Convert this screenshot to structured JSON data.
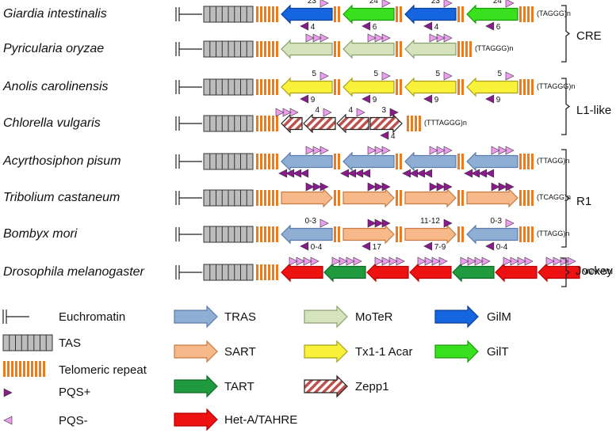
{
  "colors": {
    "TRAS": "#8eaed4",
    "SART": "#f7b98a",
    "TART": "#1f9a3e",
    "HetA": "#ee1111",
    "MoTeR": "#d6e4bd",
    "Tx1": "#f9f13a",
    "GilM": "#1565e0",
    "GilT": "#38e01e",
    "repeat": "#e87c1e",
    "tas": "#bdbdbd",
    "pqsPlus": "#8a1a8e",
    "pqsMinus": "#ee9cf0"
  },
  "rows": [
    {
      "id": "giardia",
      "species": "Giardia intestinalis",
      "suffix": "(TAGGG)n",
      "els": [
        {
          "dir": "L",
          "c": "GilM",
          "top": "23",
          "bot": "4"
        },
        {
          "dir": "L",
          "c": "GilT",
          "top": "24",
          "bot": "6"
        },
        {
          "dir": "L",
          "c": "GilM",
          "top": "23",
          "bot": "4"
        },
        {
          "dir": "L",
          "c": "GilT",
          "top": "24",
          "bot": "6"
        }
      ]
    },
    {
      "id": "pyricularia",
      "species": "Pyricularia oryzae",
      "suffix": "(TTAGGG)n",
      "els": [
        {
          "dir": "L",
          "c": "MoTeR",
          "top": "",
          "bot": ""
        },
        {
          "dir": "L",
          "c": "MoTeR",
          "top": "",
          "bot": ""
        },
        {
          "dir": "L",
          "c": "MoTeR",
          "top": "",
          "bot": ""
        }
      ]
    },
    {
      "id": "anolis",
      "species": "Anolis carolinensis",
      "suffix": "(TTAGGG)n",
      "els": [
        {
          "dir": "L",
          "c": "Tx1",
          "top": "5",
          "bot": "9"
        },
        {
          "dir": "L",
          "c": "Tx1",
          "top": "5",
          "bot": "9"
        },
        {
          "dir": "L",
          "c": "Tx1",
          "top": "5",
          "bot": "9"
        },
        {
          "dir": "L",
          "c": "Tx1",
          "top": "5",
          "bot": "9"
        }
      ]
    },
    {
      "id": "chlorella",
      "species": "Chlorella vulgaris",
      "suffix": "(TTTAGGG)n",
      "els": [
        {
          "dir": "L",
          "c": "Zepp",
          "top": "",
          "bot": ""
        },
        {
          "dir": "L",
          "c": "Zepp",
          "top": "4",
          "bot": ""
        },
        {
          "dir": "L",
          "c": "Zepp",
          "top": "4",
          "bot": ""
        },
        {
          "dir": "R",
          "c": "Zepp",
          "top": "3",
          "bot": "4"
        }
      ]
    },
    {
      "id": "acyrthosiphon",
      "species": "Acyrthosiphon pisum",
      "suffix": "(TTAGG)n",
      "els": [
        {
          "dir": "L",
          "c": "TRAS",
          "top": "",
          "bot": ""
        },
        {
          "dir": "L",
          "c": "TRAS",
          "top": "",
          "bot": ""
        },
        {
          "dir": "L",
          "c": "TRAS",
          "top": "",
          "bot": ""
        },
        {
          "dir": "L",
          "c": "TRAS",
          "top": "",
          "bot": ""
        }
      ]
    },
    {
      "id": "tribolium",
      "species": "Tribolium castaneum",
      "suffix": "(TCAGG)n",
      "els": [
        {
          "dir": "R",
          "c": "SART",
          "top": "",
          "bot": ""
        },
        {
          "dir": "R",
          "c": "SART",
          "top": "",
          "bot": ""
        },
        {
          "dir": "R",
          "c": "SART",
          "top": "",
          "bot": ""
        },
        {
          "dir": "R",
          "c": "SART",
          "top": "",
          "bot": ""
        }
      ]
    },
    {
      "id": "bombyx",
      "species": "Bombyx mori",
      "suffix": "(TTAGG)n",
      "els": [
        {
          "dir": "L",
          "c": "TRAS",
          "top": "0-3",
          "bot": "0-4"
        },
        {
          "dir": "R",
          "c": "SART",
          "top": "",
          "bot": "17"
        },
        {
          "dir": "R",
          "c": "SART",
          "top": "11-12",
          "bot": "7-9"
        },
        {
          "dir": "L",
          "c": "TRAS",
          "top": "0-3",
          "bot": "0-4"
        }
      ]
    },
    {
      "id": "drosophila",
      "species": "Drosophila melanogaster",
      "suffix": "NNNNNN",
      "els": [
        {
          "dir": "L",
          "c": "HetA",
          "top": "",
          "bot": ""
        },
        {
          "dir": "L",
          "c": "TART",
          "top": "",
          "bot": ""
        },
        {
          "dir": "L",
          "c": "HetA",
          "top": "",
          "bot": ""
        },
        {
          "dir": "L",
          "c": "HetA",
          "top": "",
          "bot": ""
        },
        {
          "dir": "L",
          "c": "TART",
          "top": "",
          "bot": ""
        },
        {
          "dir": "L",
          "c": "HetA",
          "top": "",
          "bot": ""
        },
        {
          "dir": "L",
          "c": "HetA",
          "top": "",
          "bot": ""
        }
      ]
    }
  ],
  "groups": [
    {
      "id": "cre",
      "label": "CRE"
    },
    {
      "id": "l1",
      "label": "L1-like"
    },
    {
      "id": "r1",
      "label": "R1"
    },
    {
      "id": "jockey",
      "label": "Jockey"
    }
  ],
  "legend": {
    "euchromatin": "Euchromatin",
    "tas": "TAS",
    "repeat": "Telomeric repeat",
    "pqs_plus": "PQS+",
    "pqs_minus": "PQS-",
    "tras": "TRAS",
    "sart": "SART",
    "tart": "TART",
    "heta": "Het-A/TAHRE",
    "moter": "MoTeR",
    "tx1": "Tx1-1 Acar",
    "zepp": "Zepp1",
    "gilm": "GilM",
    "gilt": "GilT"
  }
}
